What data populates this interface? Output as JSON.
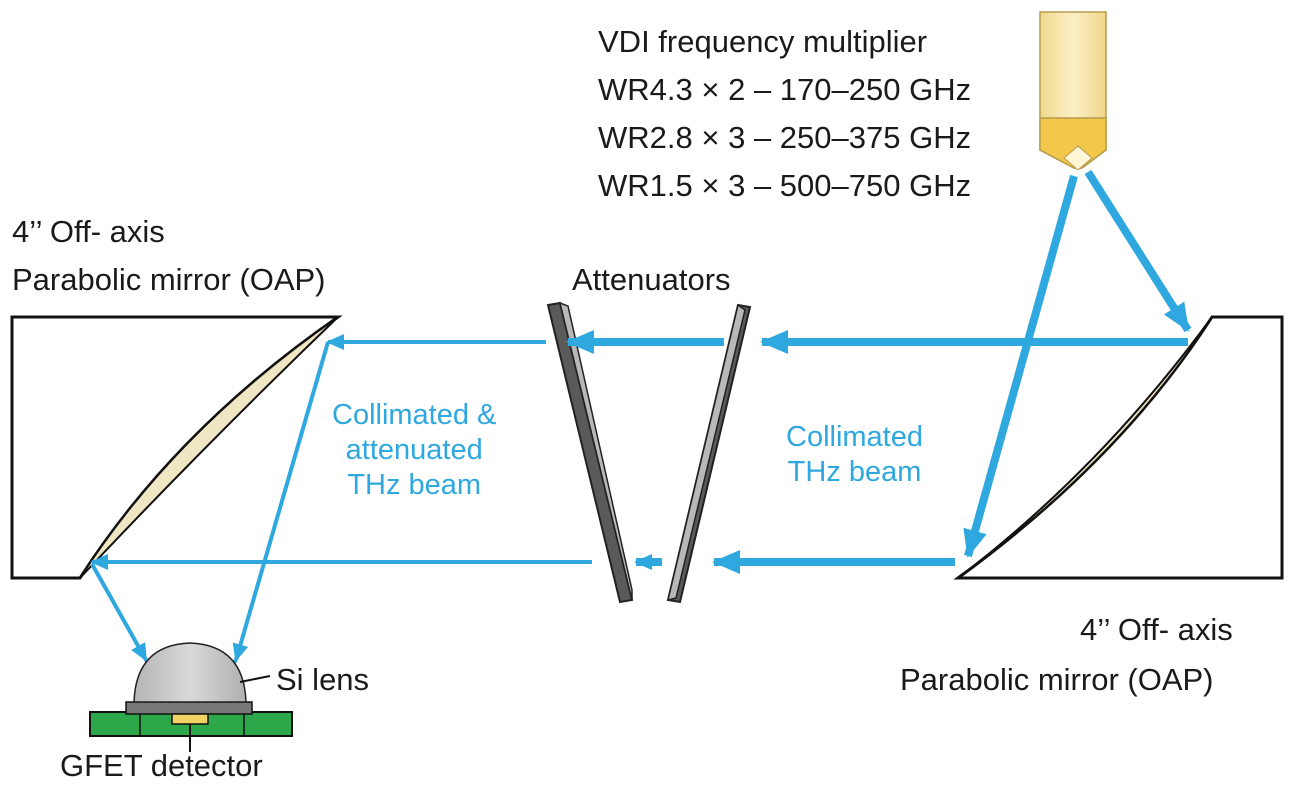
{
  "source": {
    "title": "VDI frequency multiplier",
    "bands": [
      "WR4.3 × 2 – 170–250 GHz",
      "WR2.8 × 3 – 250–375 GHz",
      "WR1.5 × 3 – 500–750 GHz"
    ]
  },
  "left_mirror": {
    "line1": "4’’ Off- axis",
    "line2": "Parabolic mirror (OAP)"
  },
  "right_mirror": {
    "line1": "4’’ Off- axis",
    "line2": "Parabolic mirror (OAP)"
  },
  "attenuators_label": "Attenuators",
  "beam_right": {
    "line1": "Collimated",
    "line2": "THz beam"
  },
  "beam_left": {
    "line1": "Collimated &",
    "line2": "attenuated",
    "line3": "THz beam"
  },
  "lens_label": "Si lens",
  "detector_label": "GFET  detector",
  "colors": {
    "beam": "#2fa8e0",
    "mirror_surface": "#efe6c4",
    "horn": "#f6e4a8",
    "horn_tip": "#f2c84a",
    "attenuator_dark": "#5a5a5a",
    "attenuator_light": "#b8b8b8",
    "lens": "#c9c9c9",
    "pcb": "#2ca84a",
    "detector": "#f2d264"
  }
}
